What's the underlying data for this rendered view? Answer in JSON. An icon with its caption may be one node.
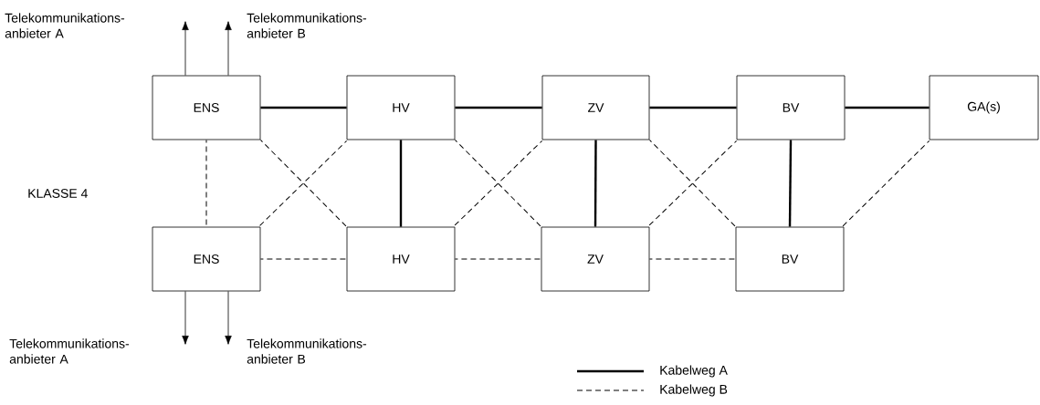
{
  "diagram": {
    "nodes": [
      {
        "text": [
          "ENS"
        ]
      },
      {
        "text": [
          "HV"
        ]
      },
      {
        "text": [
          "ZV"
        ]
      },
      {
        "text": [
          "BV"
        ]
      },
      {
        "text": [
          "GA(s)"
        ]
      },
      {
        "text": [
          "ENS"
        ]
      },
      {
        "text": [
          "HV"
        ]
      },
      {
        "text": [
          "ZV"
        ]
      },
      {
        "text": [
          "BV"
        ]
      },
      {
        "text": [
          "Telekommunikations- anbieter A"
        ]
      },
      {
        "text": [
          "Telekommunikations- anbieter B"
        ]
      },
      {
        "text": [
          "Telekommunikations- anbieter A"
        ]
      },
      {
        "text": [
          "Telekommunikations- anbieter B"
        ]
      }
    ],
    "edges": [
      {
        "from": 0,
        "to": 9,
        "arrow": "to"
      },
      {
        "from": 0,
        "to": 10,
        "arrow": "to"
      },
      {
        "from": 0,
        "to": 1,
        "arrow": "none"
      },
      {
        "from": 1,
        "to": 2,
        "arrow": "none"
      },
      {
        "from": 2,
        "to": 3,
        "arrow": "none"
      },
      {
        "from": 3,
        "to": 4,
        "arrow": "none"
      },
      {
        "from": 0,
        "to": 5,
        "arrow": "none",
        "style": "dashed"
      },
      {
        "from": 0,
        "to": 6,
        "arrow": "none",
        "style": "dashed"
      },
      {
        "from": 1,
        "to": 5,
        "arrow": "none",
        "style": "dashed"
      },
      {
        "from": 1,
        "to": 6,
        "arrow": "none"
      },
      {
        "from": 1,
        "to": 7,
        "arrow": "none",
        "style": "dashed"
      },
      {
        "from": 2,
        "to": 6,
        "arrow": "none",
        "style": "dashed"
      },
      {
        "from": 2,
        "to": 7,
        "arrow": "none"
      },
      {
        "from": 2,
        "to": 8,
        "arrow": "none",
        "style": "dashed"
      },
      {
        "from": 3,
        "to": 7,
        "arrow": "none",
        "style": "dashed"
      },
      {
        "from": 3,
        "to": 8,
        "arrow": "none"
      },
      {
        "from": 4,
        "to": 8,
        "arrow": "none",
        "style": "dashed"
      },
      {
        "from": 5,
        "to": 6,
        "arrow": "none",
        "style": "dashed"
      },
      {
        "from": 6,
        "to": 7,
        "arrow": "none",
        "style": "dashed"
      },
      {
        "from": 7,
        "to": 8,
        "arrow": "none",
        "style": "dashed"
      },
      {
        "from": 5,
        "to": 11,
        "arrow": "to"
      },
      {
        "from": 5,
        "to": 12,
        "arrow": "to"
      }
    ],
    "labels": [
      "KLASSE 4"
    ],
    "legend": [
      {
        "text": "Kabelweg A"
      },
      {
        "text": "Kabelweg B"
      }
    ]
  }
}
